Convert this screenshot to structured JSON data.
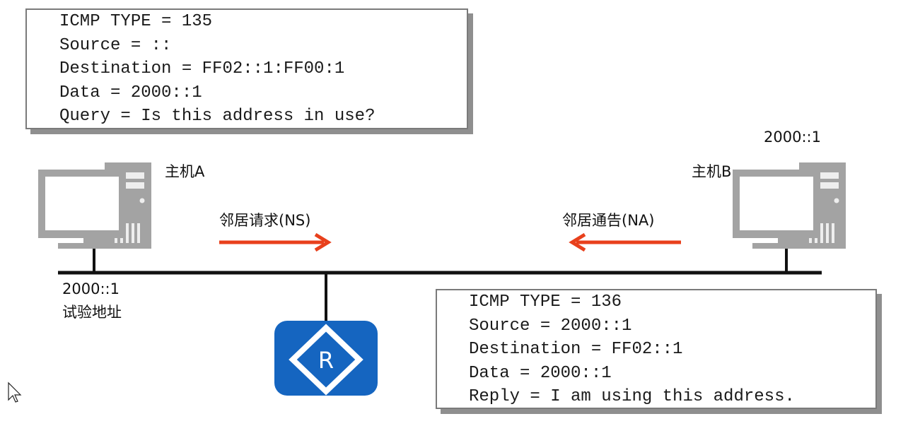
{
  "ns_packet": {
    "lines": [
      "ICMP TYPE = 135",
      "Source = ::",
      "Destination = FF02::1:FF00:1",
      "Data = 2000::1",
      "Query = Is this address in use?"
    ]
  },
  "na_packet": {
    "lines": [
      "ICMP TYPE = 136",
      "Source = 2000::1",
      "Destination = FF02::1",
      "Data = 2000::1",
      "Reply = I am using this address."
    ]
  },
  "host_a": {
    "name": "主机A",
    "address": "2000::1",
    "address_note": "试验地址"
  },
  "host_b": {
    "name": "主机B",
    "address": "2000::1"
  },
  "messages": {
    "ns_label": "邻居请求(NS)",
    "na_label": "邻居通告(NA)"
  },
  "router": {
    "letter": "R"
  },
  "colors": {
    "arrow": "#e8401c",
    "router_blue": "#1565c0",
    "computer_gray": "#9a9a9a",
    "network_line": "#111111"
  }
}
